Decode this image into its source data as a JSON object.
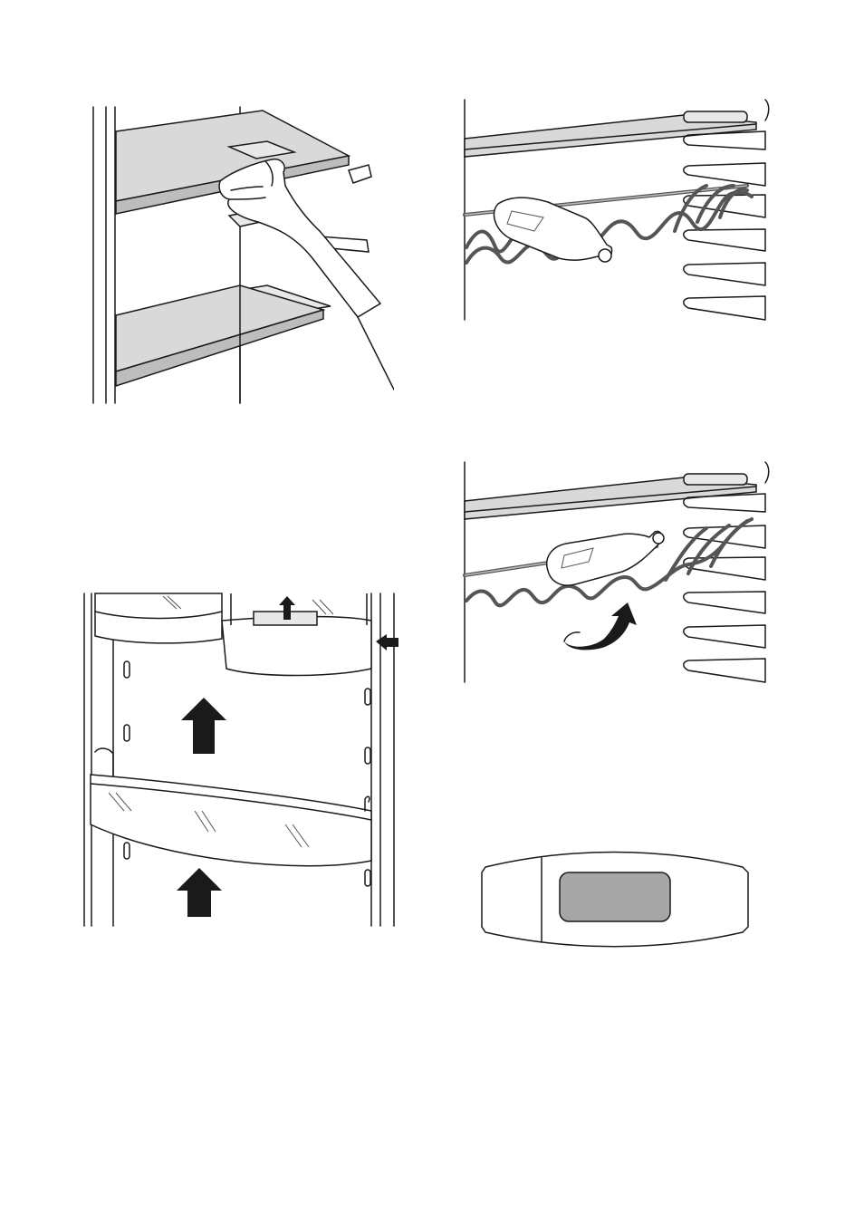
{
  "figures": [
    {
      "id": "shelf-removal",
      "icon": "hand-lifting-shelf"
    },
    {
      "id": "wine-rack-bottle-stored",
      "icon": "bottle-in-wine-rack"
    },
    {
      "id": "door-balcony-removal",
      "icon": "up-arrow"
    },
    {
      "id": "wine-rack-tilting",
      "icon": "curved-arrow"
    },
    {
      "id": "display-panel",
      "icon": "control-panel-display"
    }
  ],
  "colors": {
    "line": "#1a1a1a",
    "shelf_fill": "#d9d9d9",
    "rack": "#555555",
    "display_fill": "#a6a6a6"
  }
}
